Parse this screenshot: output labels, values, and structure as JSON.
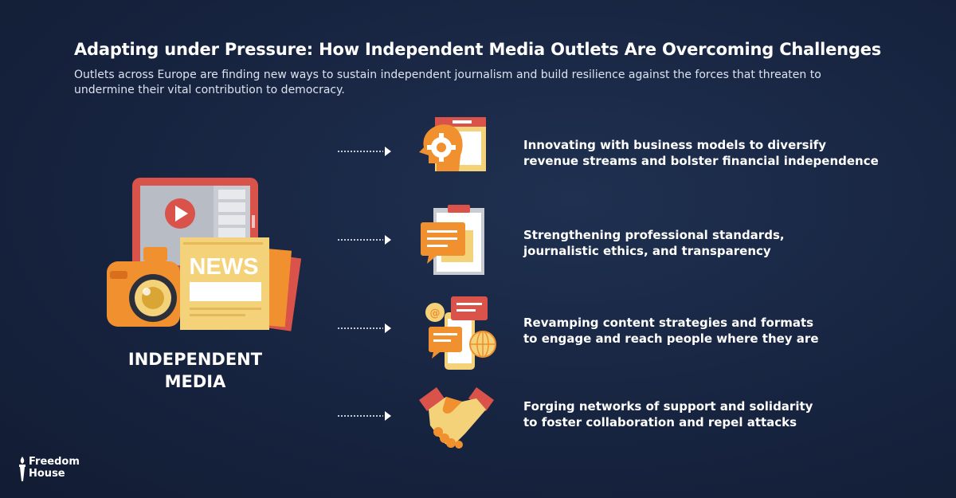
{
  "header": {
    "title": "Adapting under Pressure: How Independent Media Outlets Are Overcoming Challenges",
    "subtitle": "Outlets across Europe are finding new ways to sustain independent journalism and build resilience against the forces that threaten to undermine their vital contribution to democracy."
  },
  "hero": {
    "news_word": "NEWS",
    "label_line1": "INDEPENDENT",
    "label_line2": "MEDIA"
  },
  "items": [
    {
      "icon": "gear-head-icon",
      "line1": "Innovating with business models to diversify",
      "line2": "revenue streams and bolster financial independence"
    },
    {
      "icon": "clipboard-chat-icon",
      "line1": "Strengthening professional standards,",
      "line2": "journalistic ethics, and transparency"
    },
    {
      "icon": "phone-globe-icon",
      "line1": "Revamping content strategies and formats",
      "line2": "to engage and reach people where they are"
    },
    {
      "icon": "handshake-icon",
      "line1": "Forging networks of support and solidarity",
      "line2": "to foster collaboration and repel attacks"
    }
  ],
  "logo": {
    "line1": "Freedom",
    "line2": "House"
  },
  "colors": {
    "background": "#172440",
    "red": "#d9534a",
    "orange": "#f0902e",
    "yellow": "#f3d27a",
    "cream": "#f7ecc9",
    "grey": "#c9cdd3"
  }
}
